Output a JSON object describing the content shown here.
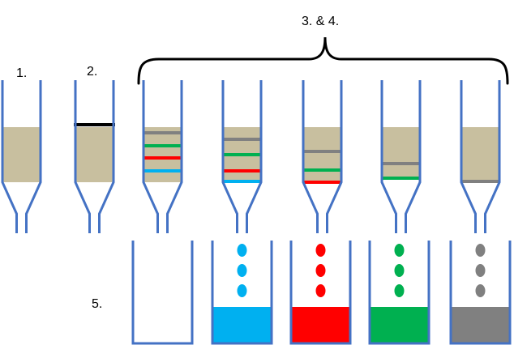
{
  "labels": {
    "step1": "1.",
    "step2": "2.",
    "step34": "3. & 4.",
    "step5": "5."
  },
  "colors": {
    "outline": "#4472c4",
    "matrix": "#c8bf9f",
    "blue": "#00b0f0",
    "red": "#ff0000",
    "green": "#00b050",
    "gray": "#808080",
    "black": "#000000"
  },
  "columns": [
    {
      "id": "col-1",
      "bands": []
    },
    {
      "id": "col-2",
      "bands": [
        "black"
      ]
    },
    {
      "id": "col-3",
      "bands": [
        "gray",
        "green",
        "red",
        "blue"
      ]
    },
    {
      "id": "col-4",
      "bands": [
        "gray",
        "green",
        "red",
        "blue"
      ]
    },
    {
      "id": "col-5",
      "bands": [
        "gray",
        "green",
        "red"
      ]
    },
    {
      "id": "col-6",
      "bands": [
        "gray",
        "green"
      ]
    },
    {
      "id": "col-7",
      "bands": [
        "gray"
      ]
    }
  ],
  "collection_beakers": [
    {
      "id": "beaker-empty",
      "color": ""
    },
    {
      "id": "beaker-blue",
      "color": "blue"
    },
    {
      "id": "beaker-red",
      "color": "red"
    },
    {
      "id": "beaker-green",
      "color": "green"
    },
    {
      "id": "beaker-gray",
      "color": "gray"
    }
  ]
}
